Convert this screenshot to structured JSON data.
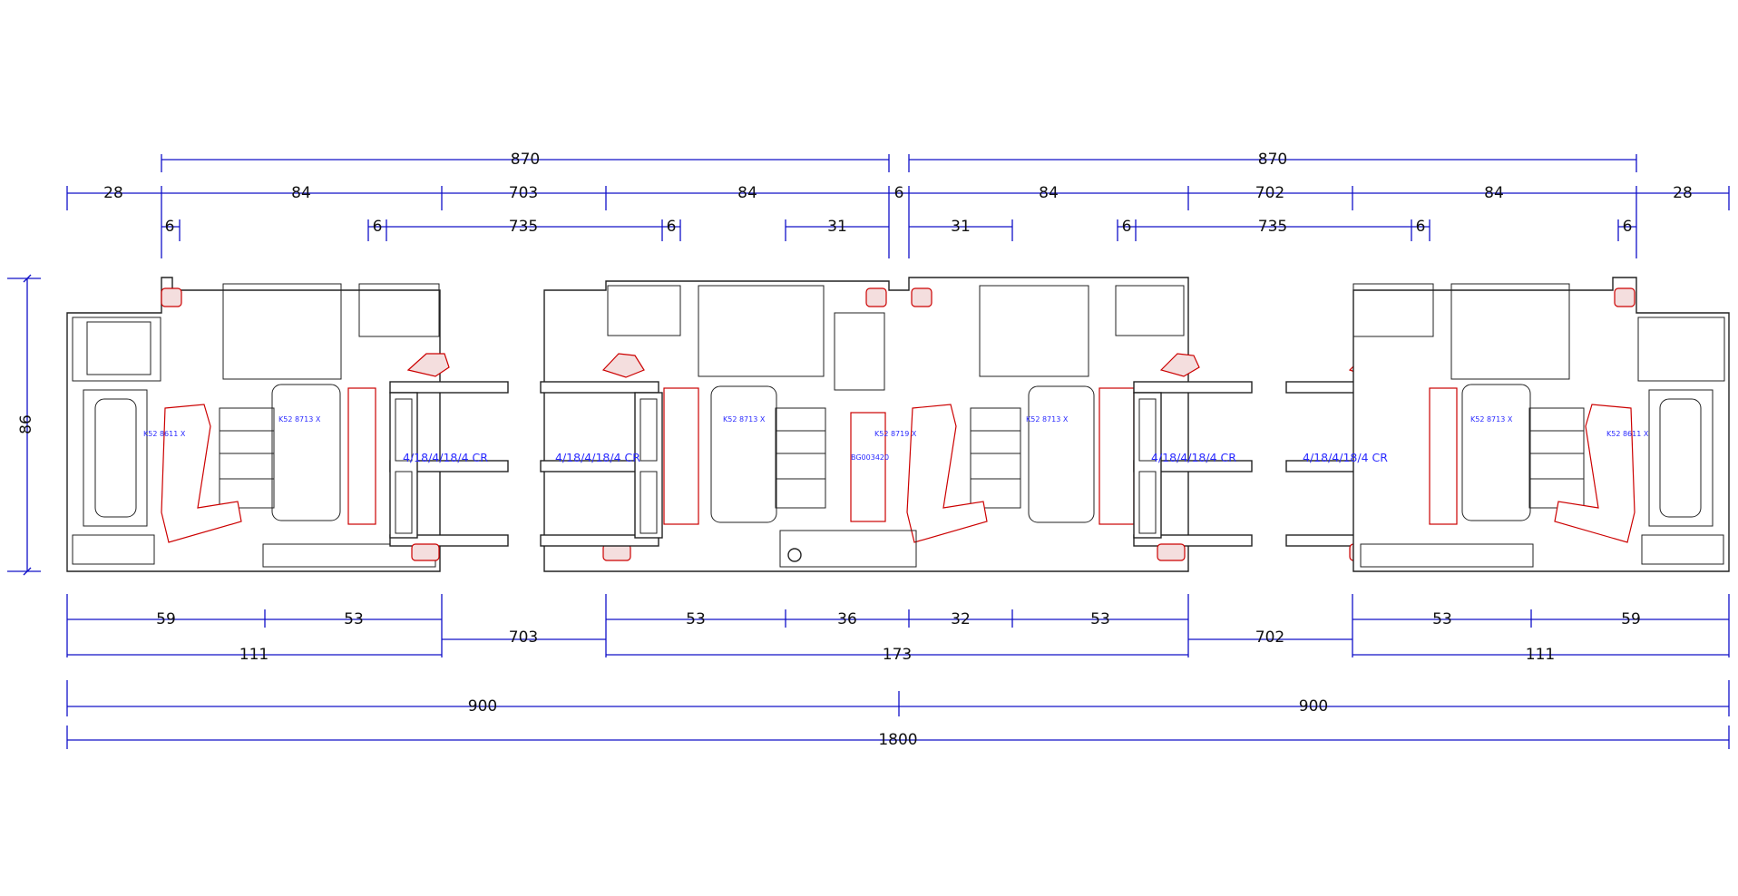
{
  "dimensions": {
    "row_top": [
      "870",
      "870"
    ],
    "row_second": [
      "28",
      "84",
      "703",
      "84",
      "6",
      "84",
      "702",
      "84",
      "28"
    ],
    "row_third": [
      "6",
      "6",
      "735",
      "6",
      "31",
      "31",
      "6",
      "735",
      "6",
      "6"
    ],
    "height": "86",
    "row_bottom1": [
      "59",
      "53",
      "53",
      "36",
      "32",
      "53",
      "53",
      "59"
    ],
    "row_bottom2": [
      "111",
      "703",
      "173",
      "702",
      "111"
    ],
    "row_halves": [
      "900",
      "900"
    ],
    "row_total": "1800"
  },
  "profile_codes": [
    "K52 8611 X",
    "K52 8713 X",
    "K52 8713 X",
    "K52 8719 X",
    "BG003420",
    "K52 8713 X",
    "K52 8713 X",
    "K52 8611 X"
  ],
  "glazing": [
    "4/18/4/18/4 CR",
    "4/18/4/18/4 CR",
    "4/18/4/18/4 CR",
    "4/18/4/18/4 CR"
  ],
  "colors": {
    "dimension": "#1010c8",
    "gasket": "#cc0000",
    "outline": "#222222",
    "code_text": "#2a2aff"
  }
}
